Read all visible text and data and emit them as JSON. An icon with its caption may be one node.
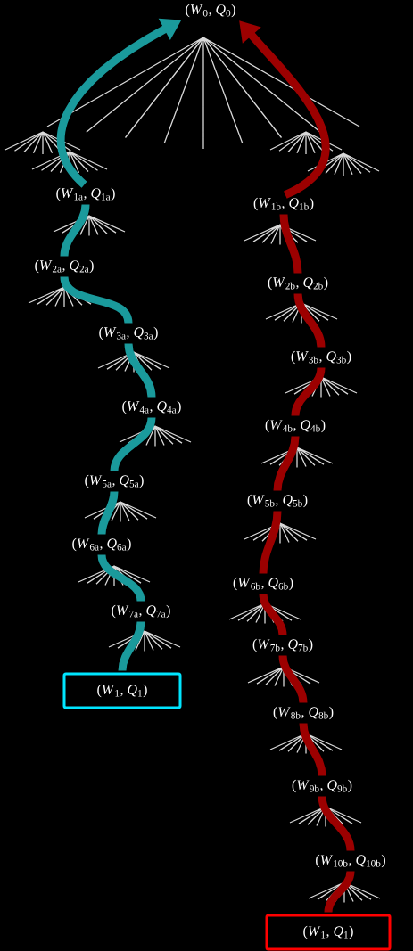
{
  "diagram": {
    "nodes": [
      {
        "text": [
          "(*W*$_{0}$, *Q*$_{0}$)"
        ]
      },
      {
        "text": [
          "(*W*$_{1a}$, *Q*$_{1a}$)"
        ]
      },
      {
        "text": [
          "(*W*$_{2a}$, *Q*$_{2a}$)"
        ]
      },
      {
        "text": [
          "(*W*$_{3a}$, *Q*$_{3a}$)"
        ]
      },
      {
        "text": [
          "(*W*$_{4a}$, *Q*$_{4a}$)"
        ]
      },
      {
        "text": [
          "(*W*$_{5a}$, *Q*$_{5a}$)"
        ]
      },
      {
        "text": [
          "(*W*$_{6a}$, *Q*$_{6a}$)"
        ]
      },
      {
        "text": [
          "(*W*$_{7a}$, *Q*$_{7a}$)"
        ]
      },
      {
        "text": [
          "(*W*$_{1}$, *Q*$_{1}$)"
        ]
      },
      {
        "text": [
          "(*W*$_{1b}$, *Q*$_{1b}$)"
        ]
      },
      {
        "text": [
          "(*W*$_{2b}$, *Q*$_{2b}$)"
        ]
      },
      {
        "text": [
          "(*W*$_{3b}$, *Q*$_{3b}$)"
        ]
      },
      {
        "text": [
          "(*W*$_{4b}$, *Q*$_{4b}$)"
        ]
      },
      {
        "text": [
          "(*W*$_{5b}$, *Q*$_{5b}$)"
        ]
      },
      {
        "text": [
          "(*W*$_{6b}$, *Q*$_{6b}$)"
        ]
      },
      {
        "text": [
          "(*W*$_{7b}$, *Q*$_{7b}$)"
        ]
      },
      {
        "text": [
          "(*W*$_{8b}$, *Q*$_{8b}$)"
        ]
      },
      {
        "text": [
          "(*W*$_{9b}$, *Q*$_{9b}$)"
        ]
      },
      {
        "text": [
          "(*W*$_{10b}$, *Q*$_{10b}$)"
        ]
      },
      {
        "text": [
          "(*W*$_{1}$, *Q*$_{1}$)"
        ]
      }
    ],
    "edges": [
      {
        "from": 8,
        "to": 7,
        "arrow": "none",
        "color": "#1a9a9c"
      },
      {
        "from": 7,
        "to": 6,
        "arrow": "none",
        "color": "#1a9a9c"
      },
      {
        "from": 6,
        "to": 5,
        "arrow": "none",
        "color": "#1a9a9c"
      },
      {
        "from": 5,
        "to": 4,
        "arrow": "none",
        "color": "#1a9a9c"
      },
      {
        "from": 4,
        "to": 3,
        "arrow": "none",
        "color": "#1a9a9c"
      },
      {
        "from": 3,
        "to": 2,
        "arrow": "none",
        "color": "#1a9a9c"
      },
      {
        "from": 2,
        "to": 1,
        "arrow": "none",
        "color": "#1a9a9c"
      },
      {
        "from": 1,
        "to": 0,
        "arrow": "to",
        "color": "#1a9a9c"
      },
      {
        "from": 19,
        "to": 18,
        "arrow": "none",
        "color": "#9c0000"
      },
      {
        "from": 18,
        "to": 17,
        "arrow": "none",
        "color": "#9c0000"
      },
      {
        "from": 17,
        "to": 16,
        "arrow": "none",
        "color": "#9c0000"
      },
      {
        "from": 16,
        "to": 15,
        "arrow": "none",
        "color": "#9c0000"
      },
      {
        "from": 15,
        "to": 14,
        "arrow": "none",
        "color": "#9c0000"
      },
      {
        "from": 14,
        "to": 13,
        "arrow": "none",
        "color": "#9c0000"
      },
      {
        "from": 13,
        "to": 12,
        "arrow": "none",
        "color": "#9c0000"
      },
      {
        "from": 12,
        "to": 11,
        "arrow": "none",
        "color": "#9c0000"
      },
      {
        "from": 11,
        "to": 10,
        "arrow": "none",
        "color": "#9c0000"
      },
      {
        "from": 10,
        "to": 9,
        "arrow": "none",
        "color": "#9c0000"
      },
      {
        "from": 9,
        "to": 0,
        "arrow": "to",
        "color": "#9c0000"
      }
    ]
  }
}
